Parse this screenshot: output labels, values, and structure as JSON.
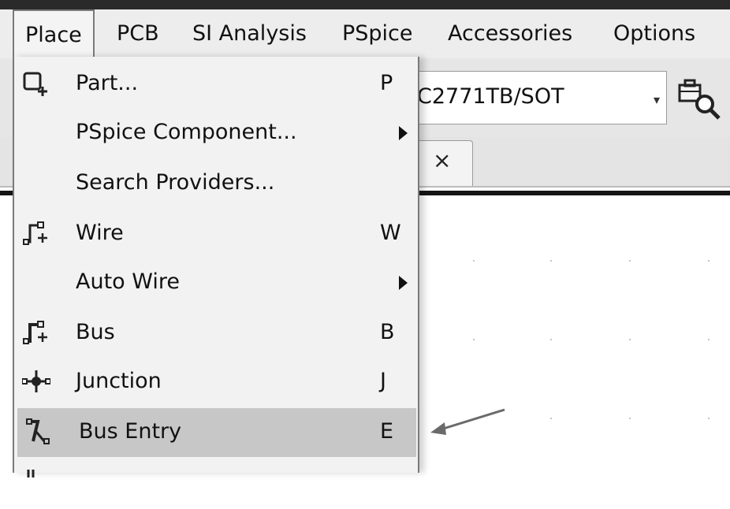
{
  "menubar": {
    "items": [
      {
        "label": "Place"
      },
      {
        "label": "PCB"
      },
      {
        "label": "SI Analysis"
      },
      {
        "label": "PSpice"
      },
      {
        "label": "Accessories"
      },
      {
        "label": "Options"
      }
    ]
  },
  "toolbar": {
    "part_combo_value": "C2771TB/SOT",
    "combo_arrow": "▾",
    "search_icon": "part-search-icon"
  },
  "tab": {
    "close_glyph": "×"
  },
  "place_menu": {
    "items": [
      {
        "label": "Part...",
        "shortcut": "P",
        "icon": "part-icon"
      },
      {
        "label": "PSpice Component...",
        "shortcut": "",
        "submenu": true
      },
      {
        "label": "Search Providers...",
        "shortcut": ""
      },
      {
        "label": "Wire",
        "shortcut": "W",
        "icon": "wire-icon"
      },
      {
        "label": "Auto Wire",
        "shortcut": "",
        "submenu": true
      },
      {
        "label": "Bus",
        "shortcut": "B",
        "icon": "bus-icon"
      },
      {
        "label": "Junction",
        "shortcut": "J",
        "icon": "junction-icon"
      },
      {
        "label": "Bus Entry",
        "shortcut": "E",
        "icon": "bus-entry-icon",
        "highlighted": true
      }
    ]
  },
  "colors": {
    "menu_bg": "#f2f2f2",
    "highlight": "#c7c7c7",
    "menubar_bg": "#ededed"
  }
}
